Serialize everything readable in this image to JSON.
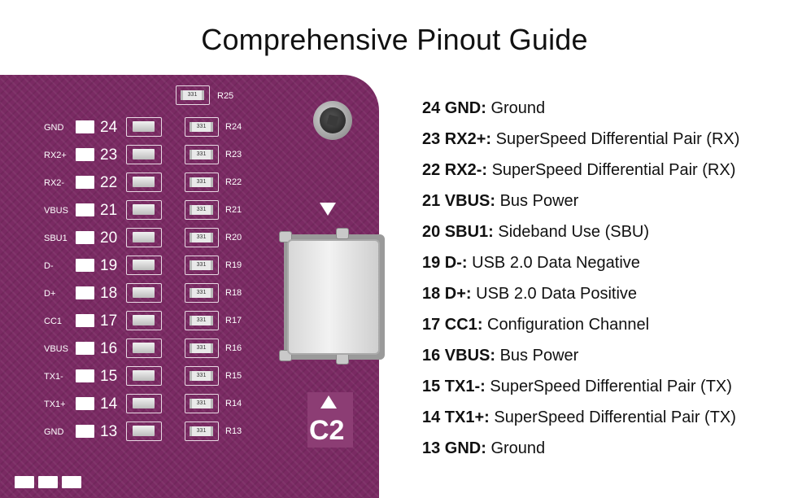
{
  "title": "Comprehensive Pinout Guide",
  "board": {
    "pins": [
      {
        "label": "GND",
        "number": "24",
        "resistor": "R24",
        "code": "331"
      },
      {
        "label": "RX2+",
        "number": "23",
        "resistor": "R23",
        "code": "331"
      },
      {
        "label": "RX2-",
        "number": "22",
        "resistor": "R22",
        "code": "331"
      },
      {
        "label": "VBUS",
        "number": "21",
        "resistor": "R21",
        "code": "331"
      },
      {
        "label": "SBU1",
        "number": "20",
        "resistor": "R20",
        "code": "331"
      },
      {
        "label": "D-",
        "number": "19",
        "resistor": "R19",
        "code": "331"
      },
      {
        "label": "D+",
        "number": "18",
        "resistor": "R18",
        "code": "331"
      },
      {
        "label": "CC1",
        "number": "17",
        "resistor": "R17",
        "code": "331"
      },
      {
        "label": "VBUS",
        "number": "16",
        "resistor": "R16",
        "code": "331"
      },
      {
        "label": "TX1-",
        "number": "15",
        "resistor": "R15",
        "code": "331"
      },
      {
        "label": "TX1+",
        "number": "14",
        "resistor": "R14",
        "code": "331"
      },
      {
        "label": "GND",
        "number": "13",
        "resistor": "R13",
        "code": "331"
      }
    ],
    "r25": {
      "label": "R25",
      "code": "331"
    },
    "connector_label": "C2",
    "colors": {
      "board": "#7a2a63",
      "connector_box": "#8c3d74"
    }
  },
  "legend": [
    {
      "pin": "24 GND:",
      "desc": " Ground"
    },
    {
      "pin": "23 RX2+:",
      "desc": " SuperSpeed Differential Pair (RX)"
    },
    {
      "pin": "22 RX2-:",
      "desc": " SuperSpeed Differential Pair (RX)"
    },
    {
      "pin": "21 VBUS:",
      "desc": " Bus Power"
    },
    {
      "pin": "20 SBU1:",
      "desc": " Sideband Use (SBU)"
    },
    {
      "pin": "19 D-:",
      "desc": " USB 2.0 Data Negative"
    },
    {
      "pin": "18 D+:",
      "desc": " USB 2.0 Data Positive"
    },
    {
      "pin": "17 CC1:",
      "desc": " Configuration Channel"
    },
    {
      "pin": "16 VBUS:",
      "desc": " Bus Power"
    },
    {
      "pin": "15 TX1-:",
      "desc": " SuperSpeed Differential Pair (TX)"
    },
    {
      "pin": "14 TX1+:",
      "desc": " SuperSpeed Differential Pair (TX)"
    },
    {
      "pin": "13 GND:",
      "desc": " Ground"
    }
  ]
}
